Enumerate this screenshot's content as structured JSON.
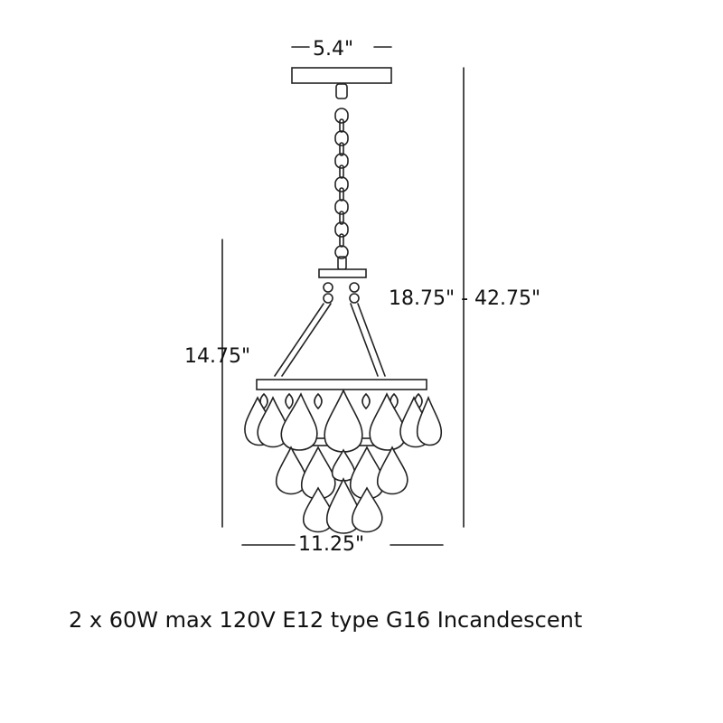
{
  "dimensions": {
    "canopy_width": "5.4\"",
    "fixture_width": "11.25\"",
    "fixture_height": "14.75\"",
    "overall_height": "18.75\" - 42.75\""
  },
  "spec_text": "2 x 60W max 120V E12 type G16 Incandescent"
}
